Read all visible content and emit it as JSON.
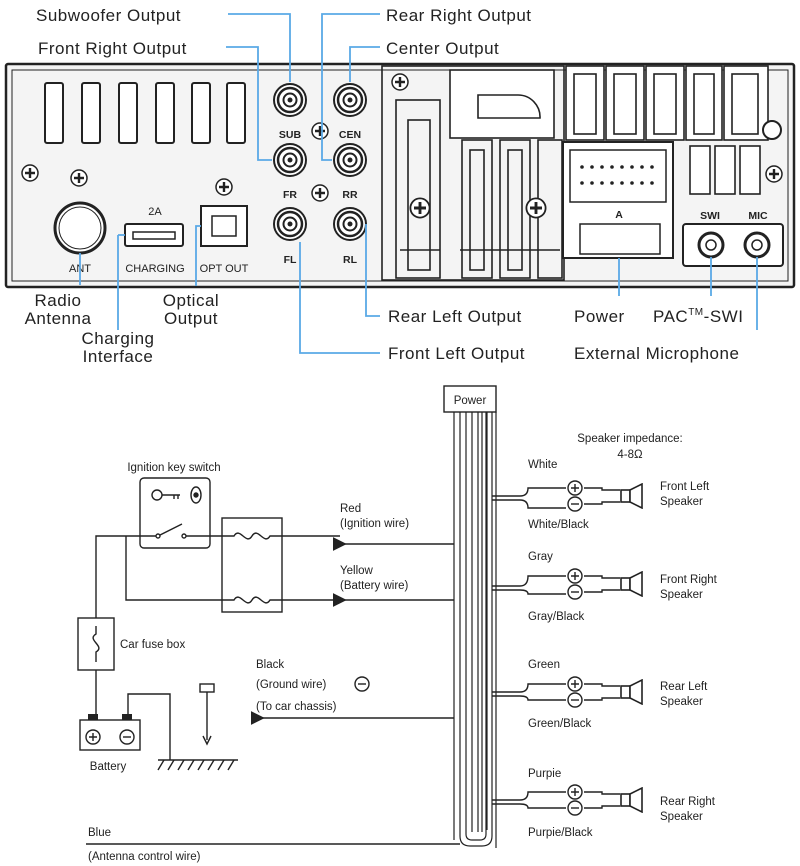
{
  "colors": {
    "leader": "#5aa9e6",
    "line": "#222222",
    "panel": "#f4f4f4"
  },
  "panel": {
    "ports": {
      "sub": "SUB",
      "cen": "CEN",
      "fr": "FR",
      "rr": "RR",
      "fl": "FL",
      "rl": "RL",
      "ant": "ANT",
      "charging_top": "2A",
      "charging": "CHARGING",
      "opt_out": "OPT OUT",
      "power_conn": "A",
      "swi": "SWI",
      "mic": "MIC"
    },
    "callouts": {
      "subwoofer": "Subwoofer Output",
      "rear_right": "Rear Right Output",
      "front_right": "Front Right Output",
      "center": "Center Output",
      "radio_antenna_1": "Radio",
      "radio_antenna_2": "Antenna",
      "charging_1": "Charging",
      "charging_2": "Interface",
      "optical_1": "Optical",
      "optical_2": "Output",
      "rear_left": "Rear Left Output",
      "front_left": "Front Left Output",
      "power": "Power",
      "pac_swi_pre": "PAC",
      "pac_swi_sup": "TM",
      "pac_swi_post": "-SWI",
      "external_mic": "External Microphone"
    }
  },
  "wiring": {
    "power_box": "Power",
    "impedance_1": "Speaker impedance:",
    "impedance_2": "4-8Ω",
    "ignition_switch": "Ignition key switch",
    "red_1": "Red",
    "red_2": "(Ignition wire)",
    "yellow_1": "Yellow",
    "yellow_2": "(Battery wire)",
    "fuse_box": "Car fuse box",
    "black_1": "Black",
    "black_2": "(Ground wire)",
    "black_3": "(To car chassis)",
    "battery": "Battery",
    "blue_1": "Blue",
    "blue_2": "(Antenna control wire)",
    "speakers": [
      {
        "plus": "White",
        "minus": "White/Black",
        "name_1": "Front Left",
        "name_2": "Speaker"
      },
      {
        "plus": "Gray",
        "minus": "Gray/Black",
        "name_1": "Front Right",
        "name_2": "Speaker"
      },
      {
        "plus": "Green",
        "minus": "Green/Black",
        "name_1": "Rear Left",
        "name_2": "Speaker"
      },
      {
        "plus": "Purpie",
        "minus": "Purpie/Black",
        "name_1": "Rear Right",
        "name_2": "Speaker"
      }
    ]
  }
}
